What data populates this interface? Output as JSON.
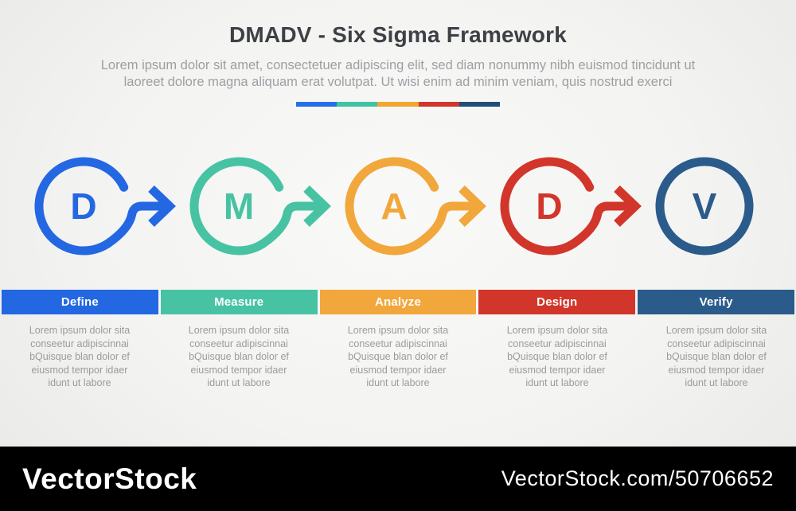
{
  "header": {
    "title": "DMADV - Six Sigma Framework",
    "subtitle": "Lorem ipsum dolor sit amet, consectetuer adipiscing elit, sed diam nonummy nibh euismod tincidunt ut\nlaoreet dolore magna aliquam erat volutpat. Ut wisi enim ad minim veniam, quis nostrud exerci"
  },
  "divider_colors": [
    "#2570e8",
    "#3fc3a3",
    "#f0a72e",
    "#d2352b",
    "#204e78"
  ],
  "stages": [
    {
      "letter": "D",
      "label": "Define",
      "color": "#2467e3",
      "description": "Lorem ipsum dolor sita\nconseetur adipiscinnai\nbQuisque blan dolor ef\neiusmod tempor idaer\nidunt ut labore"
    },
    {
      "letter": "M",
      "label": "Measure",
      "color": "#47c3a3",
      "description": "Lorem ipsum dolor sita\nconseetur adipiscinnai\nbQuisque blan dolor ef\neiusmod tempor idaer\nidunt ut labore"
    },
    {
      "letter": "A",
      "label": "Analyze",
      "color": "#f1a73b",
      "description": "Lorem ipsum dolor sita\nconseetur adipiscinnai\nbQuisque blan dolor ef\neiusmod tempor idaer\nidunt ut labore"
    },
    {
      "letter": "D",
      "label": "Design",
      "color": "#d2362b",
      "description": "Lorem ipsum dolor sita\nconseetur adipiscinnai\nbQuisque blan dolor ef\neiusmod tempor idaer\nidunt ut labore"
    },
    {
      "letter": "V",
      "label": "Verify",
      "color": "#2a5b8b",
      "description": "Lorem ipsum dolor sita\nconseetur adipiscinnai\nbQuisque blan dolor ef\neiusmod tempor idaer\nidunt ut labore"
    }
  ],
  "footer": {
    "brand": "VectorStock",
    "credit": "VectorStock.com/50706652"
  }
}
